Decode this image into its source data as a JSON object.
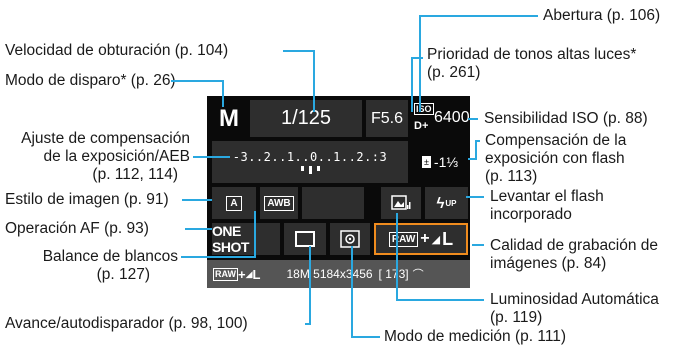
{
  "labels": {
    "abertura": "Abertura (p. 106)",
    "velocidad": "Velocidad de obturación (p. 104)",
    "prioridad_1": "Prioridad de tonos altas luces*",
    "prioridad_2": "(p. 261)",
    "modo_disparo": "Modo de disparo* (p. 26)",
    "sensibilidad": "Sensibilidad ISO (p. 88)",
    "ajuste_1": "Ajuste de compensación",
    "ajuste_2": "de la exposición/AEB",
    "ajuste_3": "(p. 112, 114)",
    "comp_flash_1": "Compensación de la",
    "comp_flash_2": "exposición con flash",
    "comp_flash_3": "(p. 113)",
    "estilo": "Estilo de imagen (p. 91)",
    "levantar_1": "Levantar el flash",
    "levantar_2": "incorporado",
    "operacion_af": "Operación AF (p. 93)",
    "balance_1": "Balance de blancos",
    "balance_2": "(p. 127)",
    "calidad_1": "Calidad de grabación de",
    "calidad_2": "imágenes (p. 84)",
    "luminosidad_1": "Luminosidad Automática",
    "luminosidad_2": "(p. 119)",
    "avance": "Avance/autodisparador (p. 98, 100)",
    "medicion": "Modo de medición (p. 111)"
  },
  "screen": {
    "mode": "M",
    "shutter": "1/125",
    "aperture": "F5.6",
    "iso_tag": "ISO",
    "dplus": "D+",
    "iso": "6400",
    "exposure_scale": "-3..2..1..0..1..2.:3",
    "flash_comp_icon": "±",
    "flash_comp": "-1⅓",
    "picture_style": "A",
    "wb": "AWB",
    "alo_icon": "auto-lighting-icon",
    "flash_up": "UP",
    "af": "ONE SHOT",
    "quality_raw": "RAW",
    "quality_plus": "+",
    "quality_l": "L",
    "status_raw": "RAW",
    "status_plus": "+",
    "status_l": "L",
    "status_size": "18M 5184x3456",
    "status_shots": "[ 173]"
  },
  "colors": {
    "leader": "#2aa8e0",
    "screen": "#0a0a0a",
    "cell": "#2e2e2e",
    "highlight": "#f08c1e"
  }
}
